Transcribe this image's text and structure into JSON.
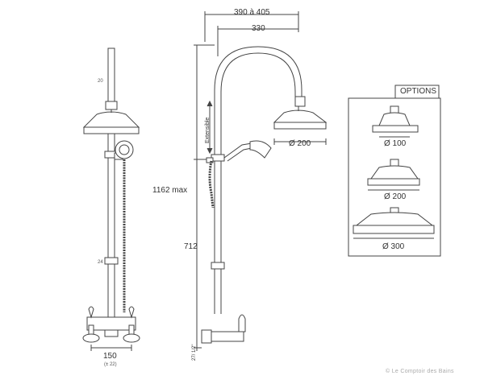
{
  "dimensions": {
    "total_width": "390 à 405",
    "arm_width": "330",
    "total_height": "1162 max",
    "lower_height": "712",
    "base_width": "150",
    "base_width_tolerance": "(± 22)",
    "top_small": "20",
    "mid_small": "24",
    "bottom_small": "27/ 1/2\"",
    "extensible": "Extensible",
    "main_head": "Ø 200"
  },
  "options": {
    "title": "OPTIONS",
    "items": [
      {
        "label": "Ø 100"
      },
      {
        "label": "Ø 200"
      },
      {
        "label": "Ø 300"
      }
    ]
  },
  "watermark": "© Le Comptoir des Bains"
}
